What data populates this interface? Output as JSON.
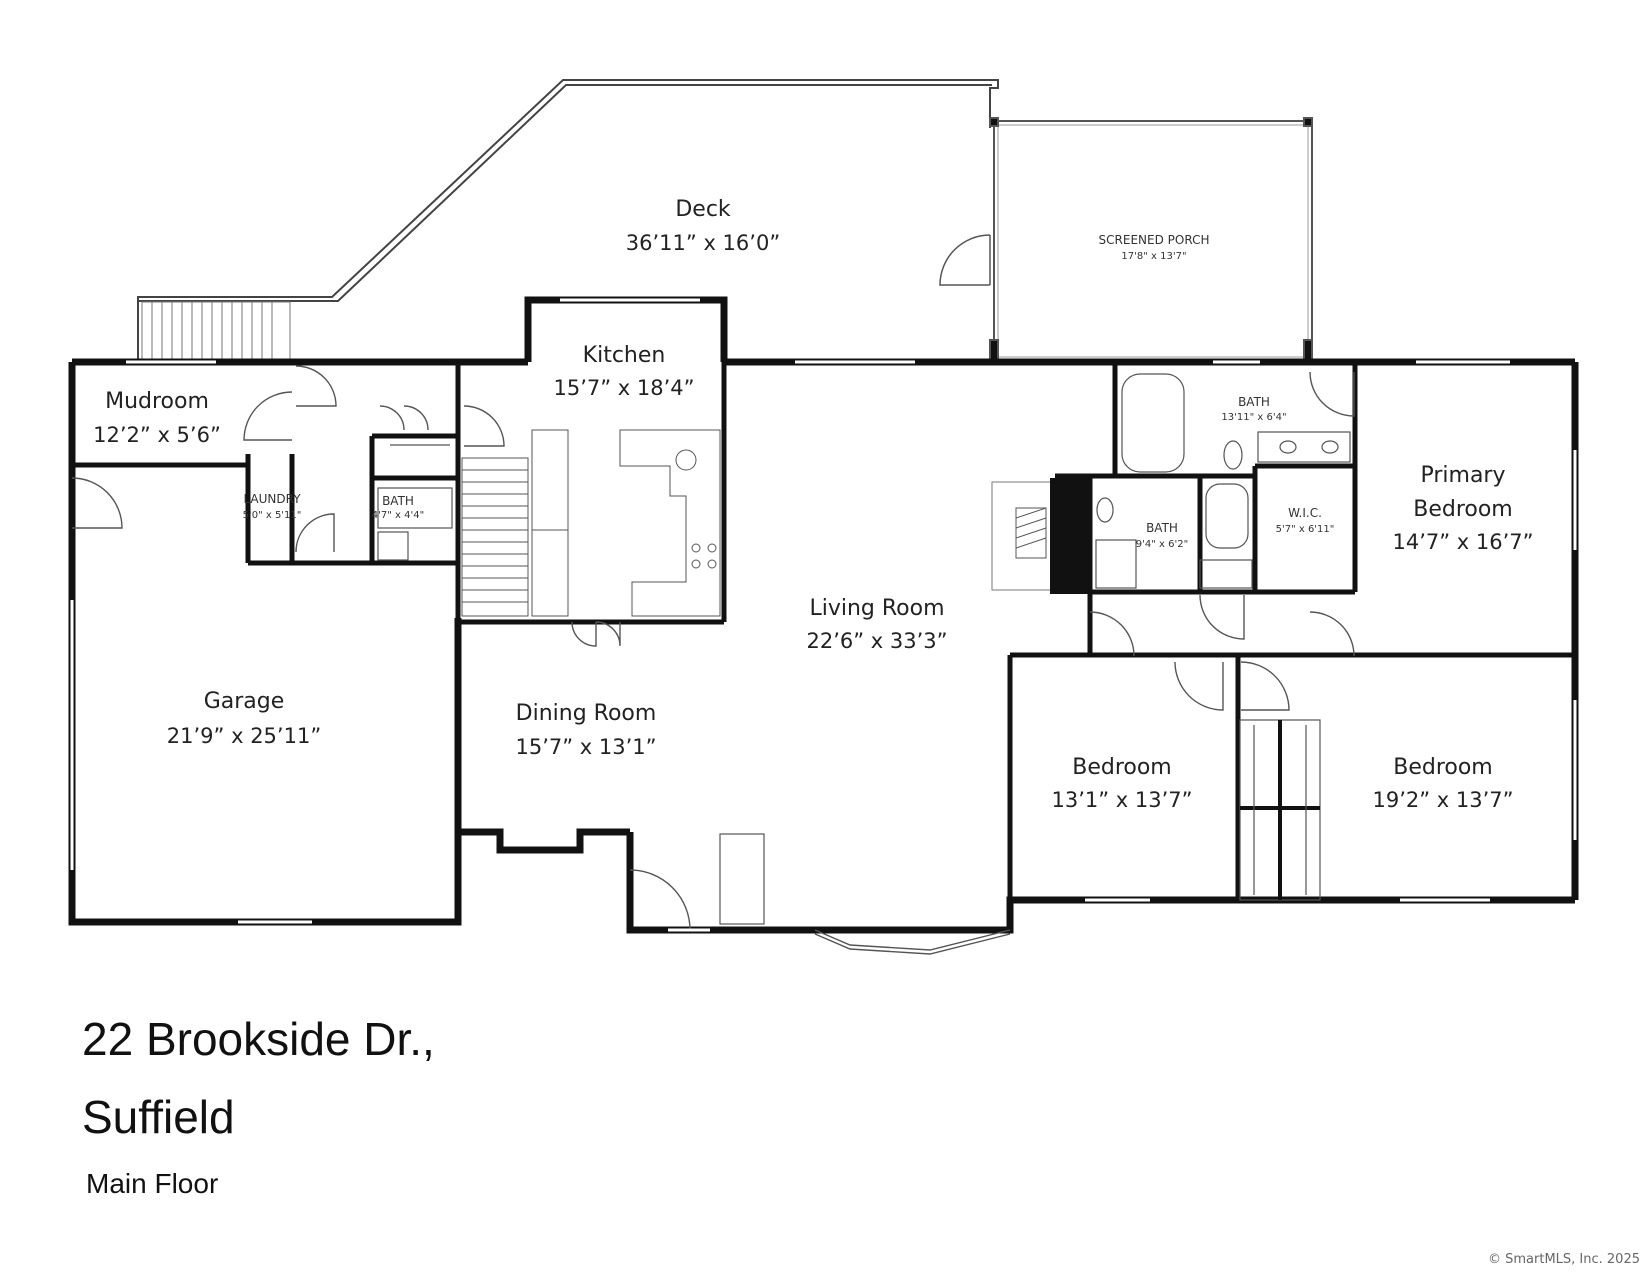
{
  "address_line1": "22 Brookside Dr.,",
  "address_line2": "Suffield",
  "floor_label": "Main Floor",
  "copyright": "© SmartMLS, Inc.  2025",
  "rooms": {
    "deck": {
      "name": "Deck",
      "dim": "36’11” x 16’0”"
    },
    "screened_porch": {
      "name": "SCREENED PORCH",
      "dim": "17'8\" x 13'7\""
    },
    "kitchen": {
      "name": "Kitchen",
      "dim": "15’7” x 18’4”"
    },
    "mudroom": {
      "name": "Mudroom",
      "dim": "12’2” x 5’6”"
    },
    "laundry": {
      "name": "LAUNDRY",
      "dim": "5'0\" x 5'11\""
    },
    "bath_small": {
      "name": "BATH",
      "dim": "4'7\" x 4'4\""
    },
    "garage": {
      "name": "Garage",
      "dim": "21’9” x 25’11”"
    },
    "dining": {
      "name": "Dining Room",
      "dim": "15’7” x 13’1”"
    },
    "living": {
      "name": "Living Room",
      "dim": "22’6” x 33’3”"
    },
    "bath_master": {
      "name": "BATH",
      "dim": "13'11\" x 6'4\""
    },
    "bath_hall": {
      "name": "BATH",
      "dim": "9'4\" x 6'2\""
    },
    "wic": {
      "name": "W.I.C.",
      "dim": "5'7\" x 6'11\""
    },
    "primary": {
      "name1": "Primary",
      "name2": "Bedroom",
      "dim": "14’7” x 16’7”"
    },
    "bedroom1": {
      "name": "Bedroom",
      "dim": "13’1” x 13’7”"
    },
    "bedroom2": {
      "name": "Bedroom",
      "dim": "19’2” x 13’7”"
    }
  }
}
